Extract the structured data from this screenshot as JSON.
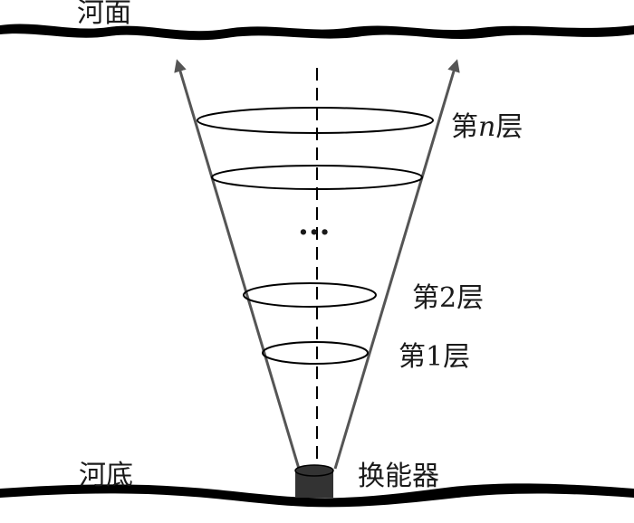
{
  "labels": {
    "river_surface": "河面",
    "river_bottom": "河底",
    "transducer": "换能器",
    "layer_n_prefix": "第",
    "layer_n_var": "n",
    "layer_n_suffix": "层",
    "layer_2": "第2层",
    "layer_1": "第1层",
    "ellipsis": "···"
  },
  "colors": {
    "line": "#000000",
    "arrow": "#555555",
    "transducer": "#333333"
  }
}
